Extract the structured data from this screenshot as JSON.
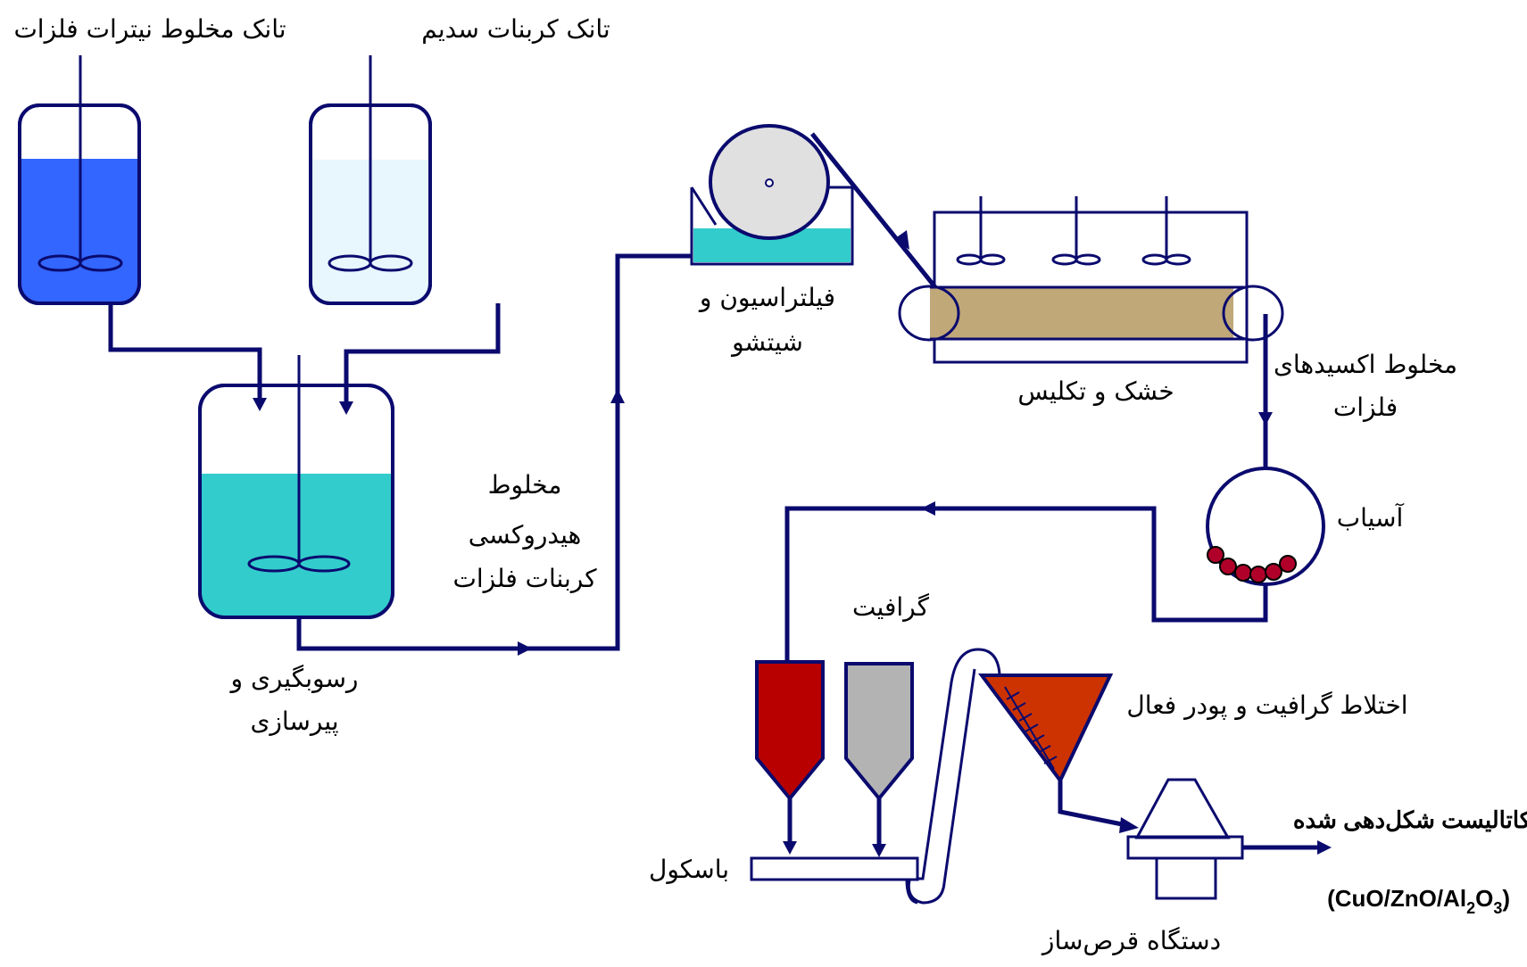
{
  "title": "Catalyst production process flow (CuO/ZnO/Al2O3)",
  "colors": {
    "line": "#0a0a6e",
    "nitrate_liquid": "#3366ff",
    "carbonate_liquid": "#e8f6fd",
    "precipitation_liquid": "#33cccc",
    "filter_drum": "#e0e0e0",
    "dryer_belt": "#c0a878",
    "mill_balls": "#b0002a",
    "active_powder_hopper": "#b80000",
    "graphite_hopper": "#b3b3b3",
    "mixer": "#cc3300",
    "tablet_press": "#c0c0c0"
  },
  "labels": {
    "metal_nitrate_tank": "تانک مخلوط نیترات فلزات",
    "sodium_carbonate_tank": "تانک کربنات سدیم",
    "precipitation_line1": "رسوبگیری و",
    "precipitation_line2": "پیرسازی",
    "hydroxycarbonate_line1": "مخلوط",
    "hydroxycarbonate_line2": "هیدروکسی",
    "hydroxycarbonate_line3": "کربنات فلزات",
    "filtration_line1": "فیلتراسیون و",
    "filtration_line2": "شیتشو",
    "drying_calcination": "خشک و تکلیس",
    "metal_oxides_line1": "مخلوط اکسیدهای",
    "metal_oxides_line2": "فلزات",
    "mill": "آسیاب",
    "graphite": "گرافیت",
    "mixing": "اختلاط گرافیت و پودر فعال",
    "scale": "باسکول",
    "tablet_press": "دستگاه قرص‌ساز",
    "shaped_catalyst": "کاتالیست شکل‌دهی شده",
    "formula_prefix": "(CuO/ZnO/Al",
    "formula_sub1": "2",
    "formula_mid": "O",
    "formula_sub2": "3",
    "formula_suffix": ")"
  }
}
